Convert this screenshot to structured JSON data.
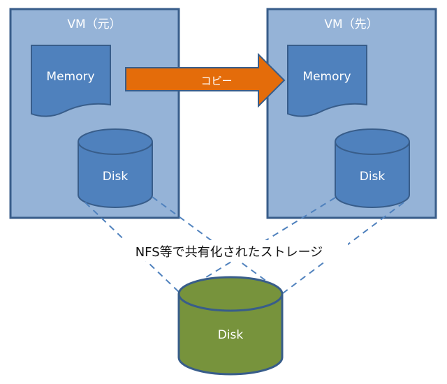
{
  "diagram": {
    "source_vm": {
      "title": "VM（元）",
      "memory_label": "Memory",
      "disk_label": "Disk"
    },
    "target_vm": {
      "title": "VM（先）",
      "memory_label": "Memory",
      "disk_label": "Disk"
    },
    "copy_arrow": {
      "label": "コピー",
      "direction": "source-to-target"
    },
    "shared_storage": {
      "caption": "NFS等で共有化されたストレージ",
      "disk_label": "Disk"
    },
    "colors": {
      "vm_box_fill": "#95B3D7",
      "vm_box_stroke": "#385D8A",
      "shape_fill": "#4F81BD",
      "shape_stroke": "#385D8A",
      "arrow_fill": "#E46C0A",
      "shared_disk_fill": "#77933C",
      "dashed_line": "#4F81BD"
    }
  }
}
